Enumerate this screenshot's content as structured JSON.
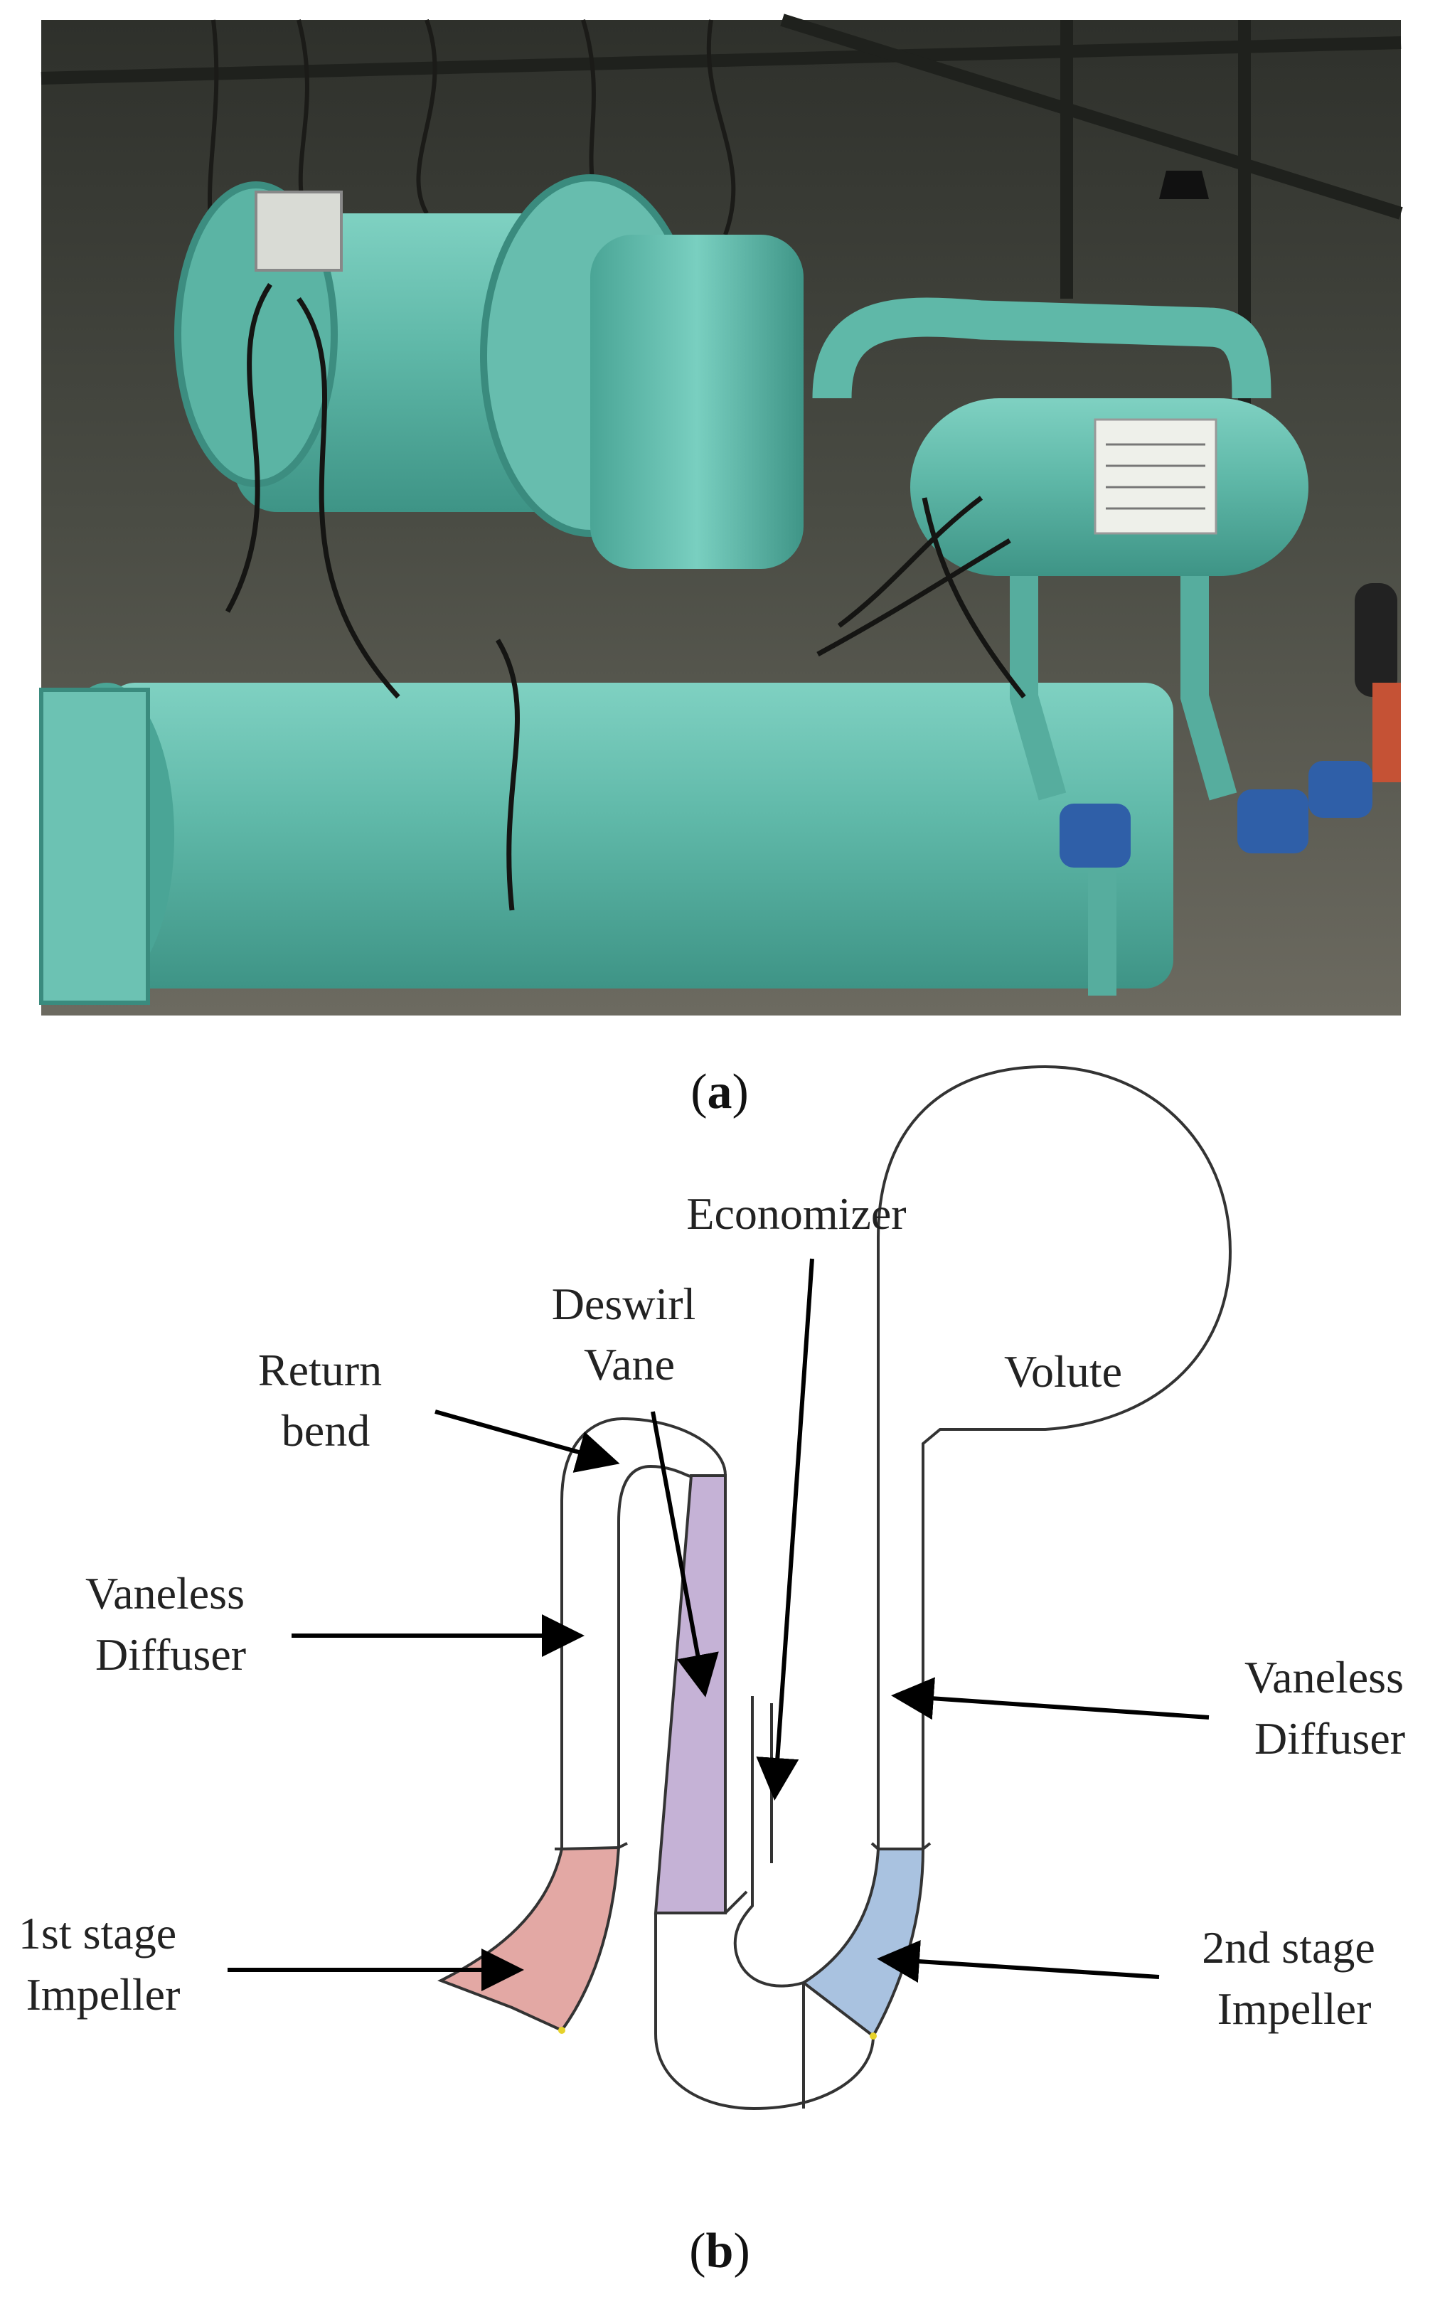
{
  "figure": {
    "photo": {
      "description_icon": "centrifugal-chiller-photo",
      "colors": {
        "equipment": "#5fb8a8",
        "equipment_dark": "#2f7d72",
        "background": "#3a3d36"
      }
    },
    "caption_a": {
      "open": "(",
      "letter": "a",
      "close": ")"
    },
    "caption_b": {
      "open": "(",
      "letter": "b",
      "close": ")"
    }
  },
  "diagram": {
    "labels": {
      "economizer": "Economizer",
      "deswirl_line1": "Deswirl",
      "deswirl_line2": "Vane",
      "return_line1": "Return",
      "return_line2": "bend",
      "volute": "Volute",
      "vaneless_left_line1": "Vaneless",
      "vaneless_left_line2": "Diffuser",
      "vaneless_right_line1": "Vaneless",
      "vaneless_right_line2": "Diffuser",
      "stage1_line1": "1st stage",
      "stage1_line2": "Impeller",
      "stage2_line1": "2nd stage",
      "stage2_line2": "Impeller"
    },
    "colors": {
      "first_impeller": "#e3a8a4",
      "second_impeller": "#a9c2e0",
      "deswirl_vane": "#c5b2d6",
      "outline": "#333333",
      "arrow": "#000000"
    }
  }
}
